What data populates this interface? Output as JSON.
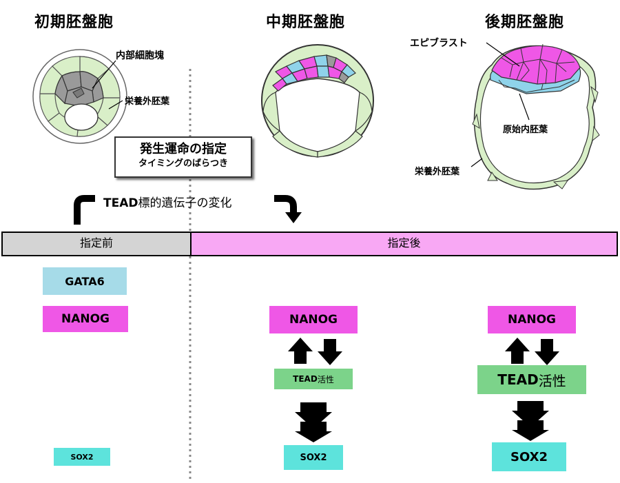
{
  "stages": {
    "early": "初期胚盤胞",
    "mid": "中期胚盤胞",
    "late": "後期胚盤胞"
  },
  "labels": {
    "inner_cell_mass": "内部細胞塊",
    "trophectoderm_early": "栄養外胚葉",
    "epiblast": "エピブラスト",
    "primitive_endoderm": "原始内胚葉",
    "trophectoderm_late": "栄養外胚葉"
  },
  "callout": {
    "title": "発生運命の指定",
    "subtitle": "タイミングのばらつき"
  },
  "tead_change": {
    "bold": "TEAD",
    "rest": "標的遺伝子の変化"
  },
  "bar": {
    "before": "指定前",
    "after": "指定後"
  },
  "genes": {
    "col1": {
      "gata6": "GATA6",
      "nanog": "NANOG",
      "sox2": "SOX2"
    },
    "col2": {
      "nanog": "NANOG",
      "tead_bold": "TEAD",
      "tead_rest": "活性",
      "sox2": "SOX2"
    },
    "col3": {
      "nanog": "NANOG",
      "tead_bold": "TEAD",
      "tead_rest": "活性",
      "sox2": "SOX2"
    }
  },
  "colors": {
    "trophectoderm": "#d9efc8",
    "icm_gray": "#9a9a9a",
    "epiblast": "#ef57e6",
    "primitive_endoderm": "#8fd3ea",
    "bar_before": "#d4d4d4",
    "bar_after": "#f8a8f4",
    "gata6": "#a6dbe8",
    "nanog": "#ef57e6",
    "tead": "#7cd38a",
    "sox2": "#5de3dc"
  }
}
